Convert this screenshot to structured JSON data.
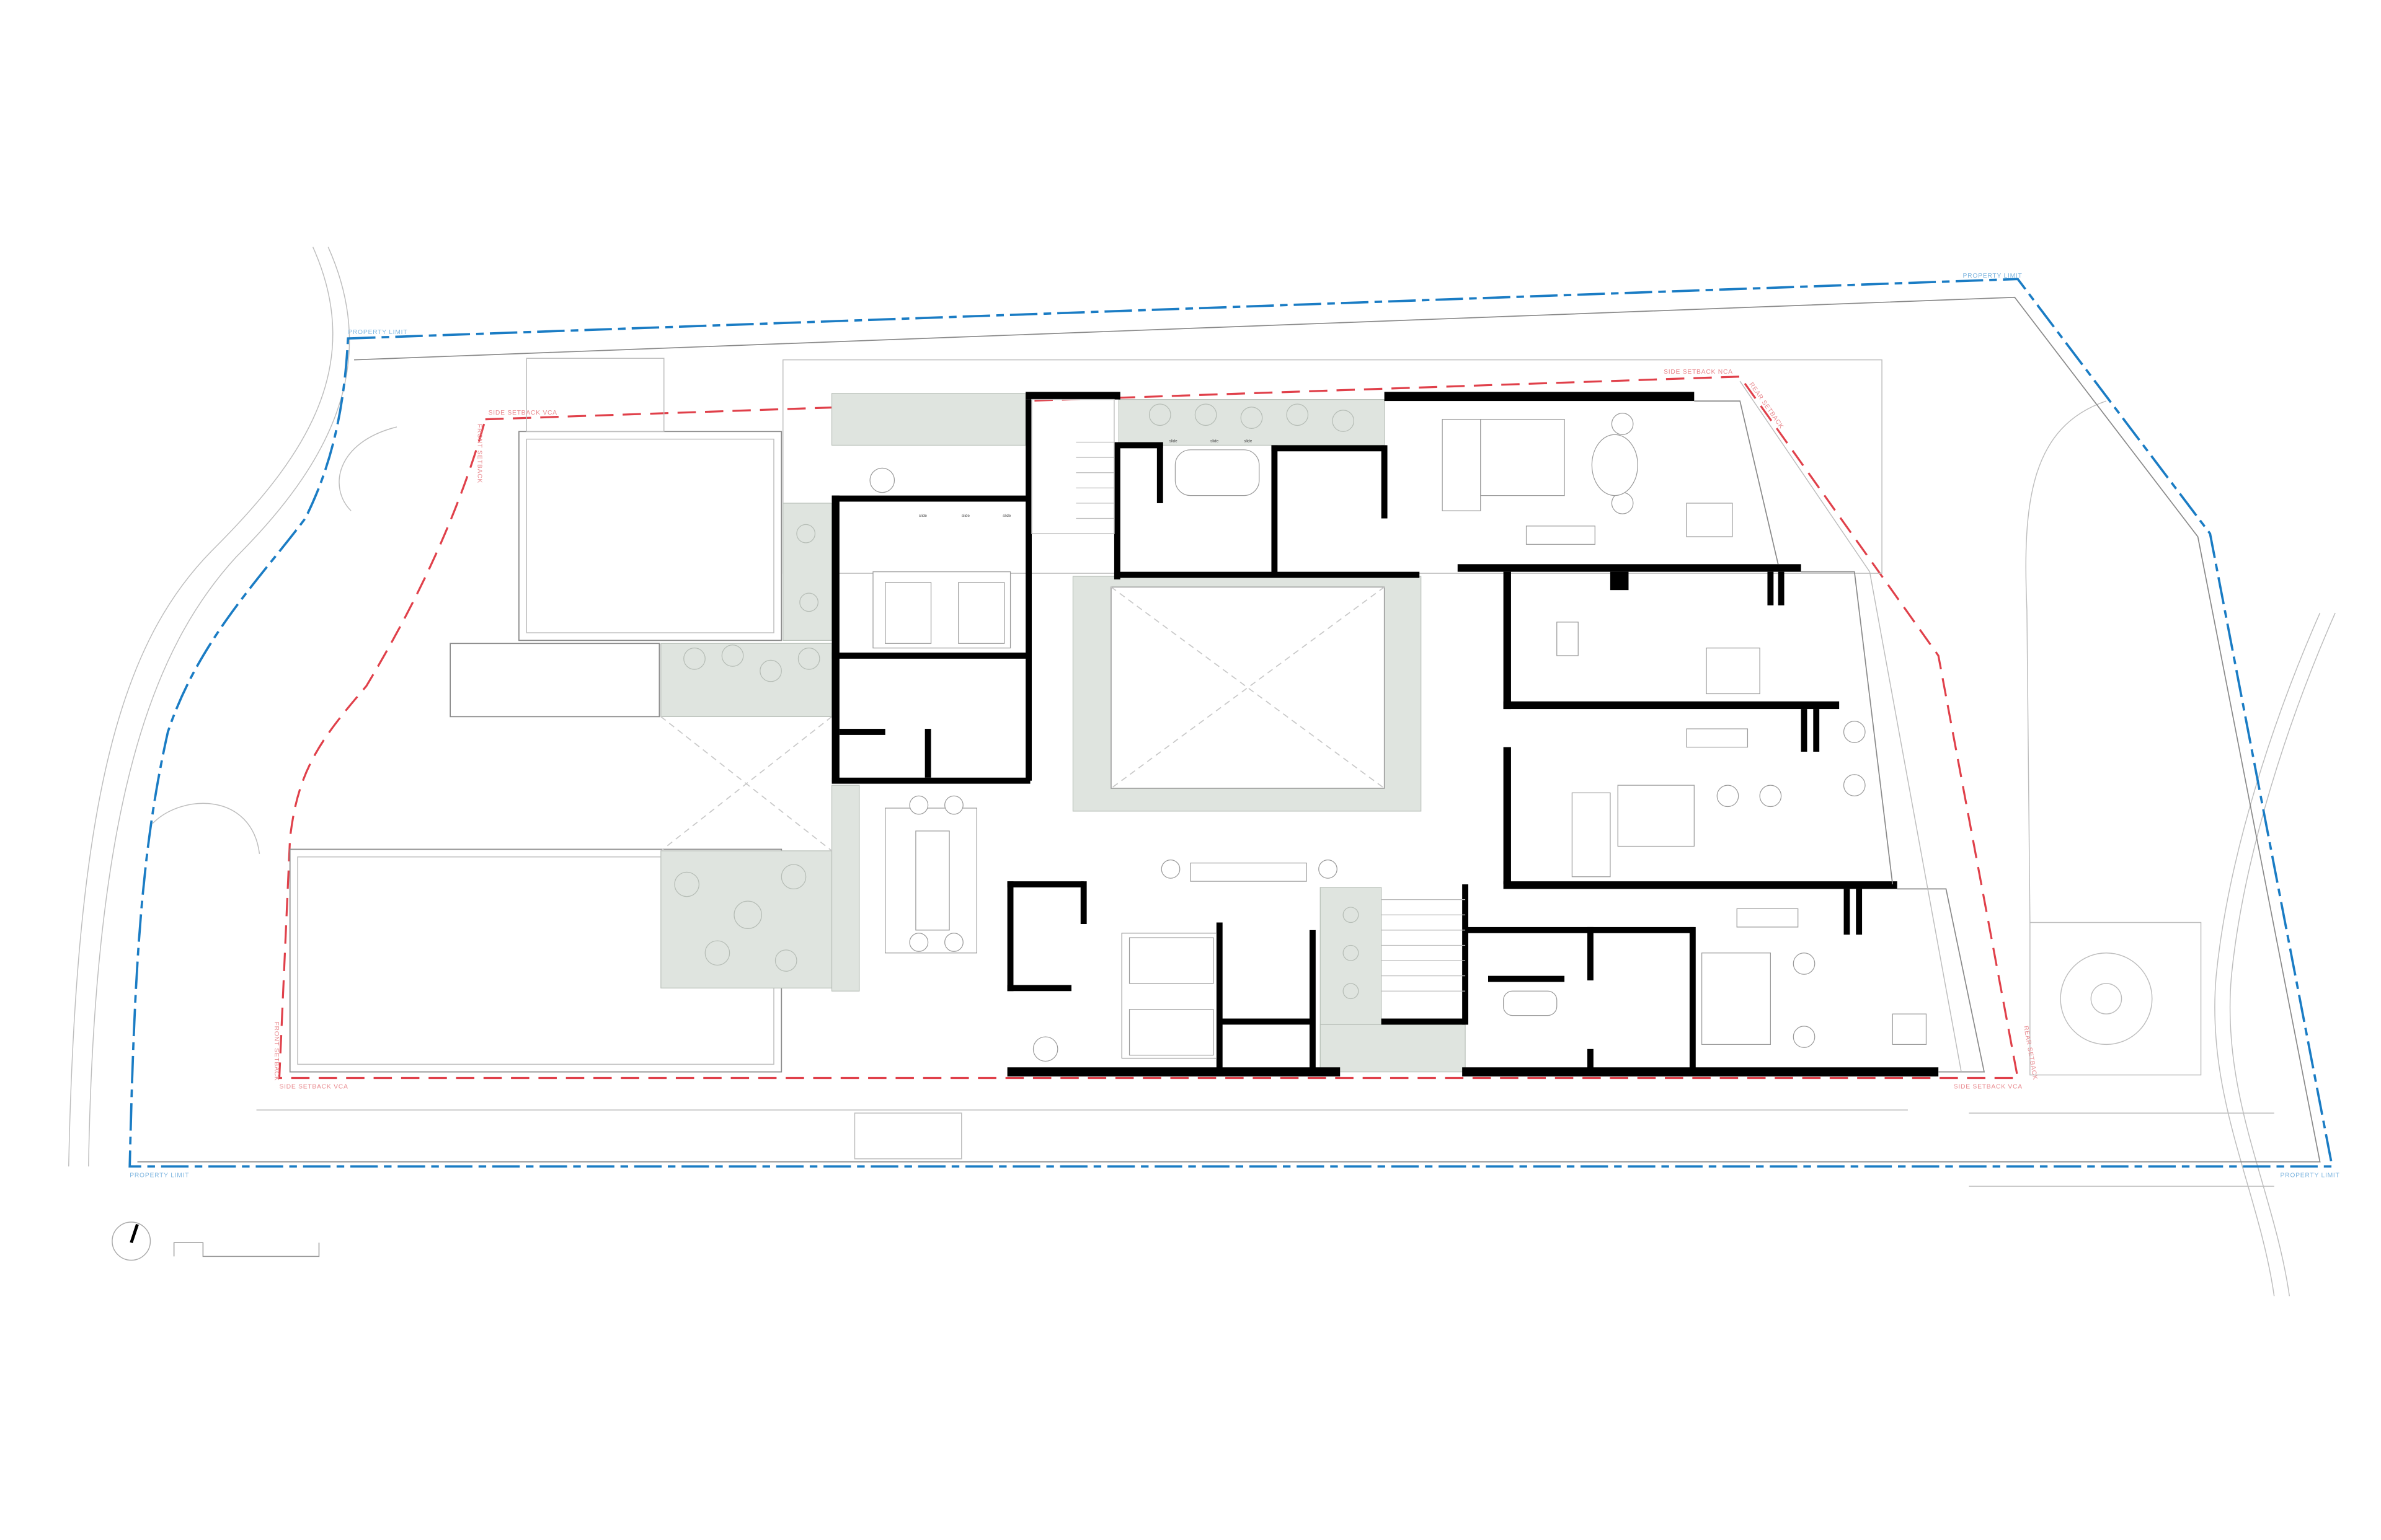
{
  "plan": {
    "colors": {
      "property_limit": "#1a7cc4",
      "setback": "#e0404a",
      "landscape": "#dfe4df",
      "walls": "#000000"
    },
    "labels": {
      "property_limit_top_left": "PROPERTY LIMIT",
      "property_limit_top_right": "PROPERTY LIMIT",
      "property_limit_bottom_left": "PROPERTY LIMIT",
      "property_limit_bottom_right": "PROPERTY LIMIT",
      "side_setback_nca": "SIDE SETBACK NCA",
      "side_setback_vca_top": "SIDE SETBACK VCA",
      "side_setback_vca_bottom_left": "SIDE SETBACK VCA",
      "side_setback_vca_bottom_right": "SIDE SETBACK VCA",
      "front_setback_top": "FRONT SETBACK",
      "front_setback_bottom": "FRONT SETBACK",
      "rear_setback_top": "REAR SETBACK",
      "rear_setback_bottom": "REAR SETBACK"
    },
    "door_notes": {
      "bath_top": [
        "slide",
        "slide",
        "slide"
      ],
      "living_center": [
        "slide",
        "slide",
        "slide"
      ]
    },
    "icons": [
      "north-arrow-icon",
      "scale-bar"
    ]
  }
}
